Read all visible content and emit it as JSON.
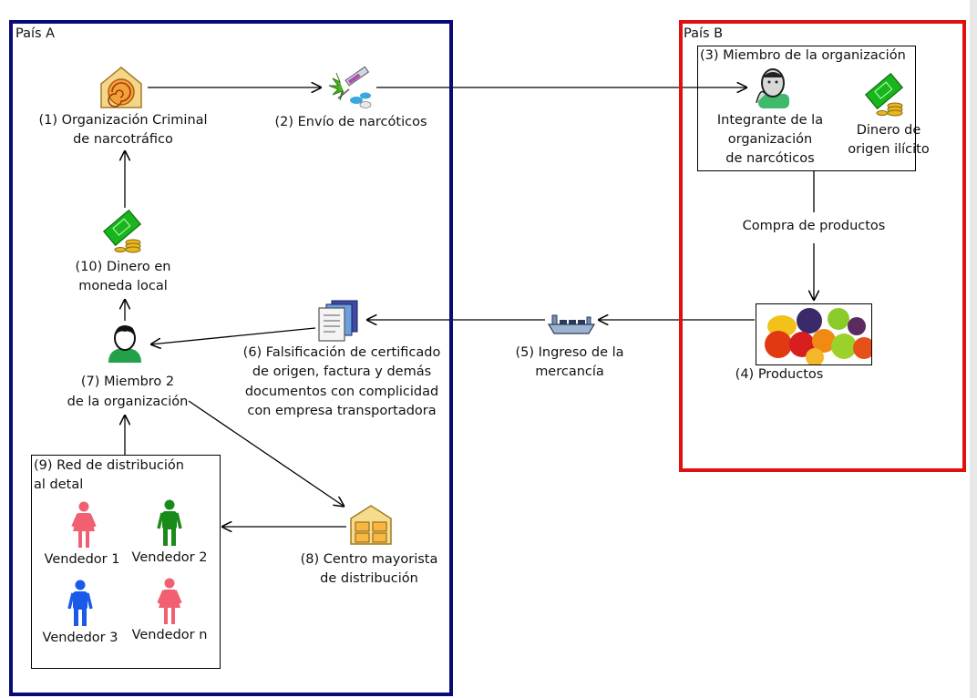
{
  "countries": {
    "a": "País A",
    "b": "País B"
  },
  "nodes": {
    "n1": [
      "(1) Organización Criminal",
      "de narcotráfico"
    ],
    "n2": [
      "(2) Envío de narcóticos"
    ],
    "n3_box": "(3) Miembro de la organización",
    "n3_member": [
      "Integrante de la",
      "organización",
      "de narcóticos"
    ],
    "n3_money": [
      "Dinero de",
      "origen ilícito"
    ],
    "n4": [
      "(4) Productos"
    ],
    "n5": [
      "(5) Ingreso de la",
      "mercancía"
    ],
    "n6": [
      "(6) Falsificación de certificado",
      "de origen,  factura y demás",
      "documentos con complicidad",
      "con empresa transportadora"
    ],
    "n7": [
      "(7) Miembro 2",
      "de la organización"
    ],
    "n8": [
      "(8) Centro mayorista",
      "de distribución"
    ],
    "n9_box": [
      "(9) Red de distribución",
      "al detal"
    ],
    "n10": [
      "(10) Dinero en",
      "moneda local"
    ]
  },
  "vendors": [
    "Vendedor 1",
    "Vendedor 2",
    "Vendedor 3",
    "Vendedor n"
  ],
  "edge_labels": {
    "buy": "Compra de productos"
  },
  "colors": {
    "country_a_border": "#0a0a78",
    "country_b_border": "#e01010",
    "vendor_pink": "#f06070",
    "vendor_green": "#1a8a1a",
    "vendor_blue": "#1a5ae8",
    "money_green": "#19b51c"
  },
  "icons": [
    "organization-icon",
    "narcotics-icon",
    "member-icon",
    "money-icon",
    "products-icon",
    "ship-icon",
    "documents-icon",
    "person-icon",
    "warehouse-icon",
    "vendor-icon"
  ]
}
